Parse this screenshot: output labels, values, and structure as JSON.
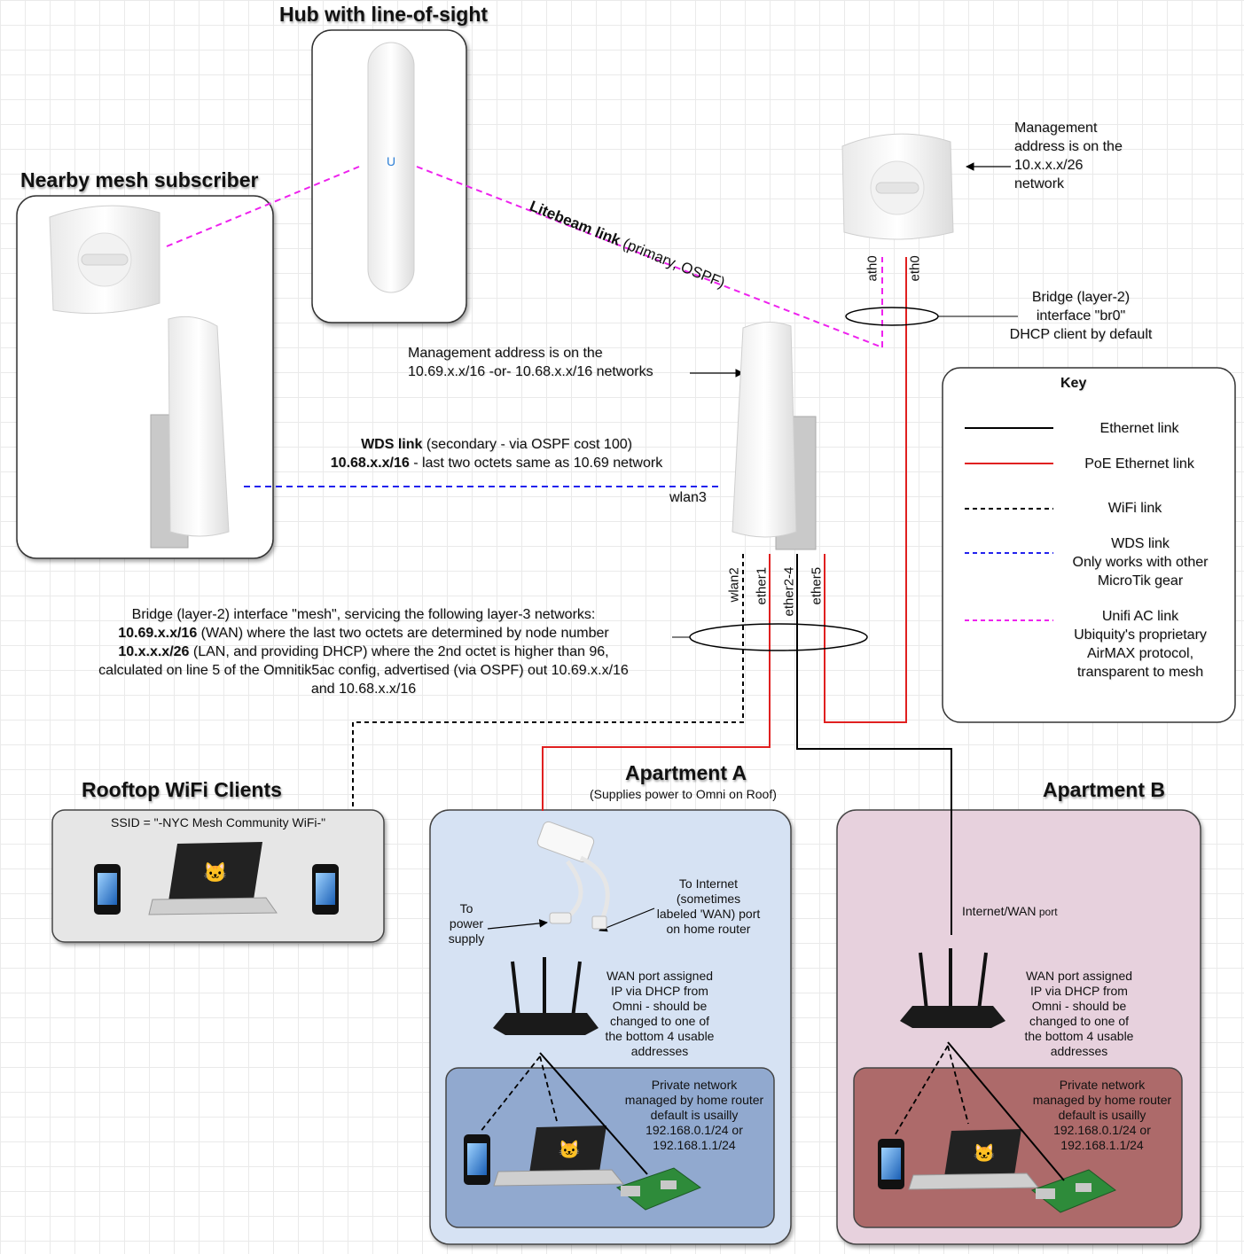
{
  "titles": {
    "hub": "Hub with line-of-sight",
    "nearby": "Nearby mesh subscriber",
    "rooftop": "Rooftop WiFi Clients",
    "apt_a": "Apartment A",
    "apt_a_sub": "(Supplies power to Omni on Roof)",
    "apt_b": "Apartment B"
  },
  "litebeam_mgmt": [
    "Management",
    "address is on the",
    "10.x.x.x/26",
    "network"
  ],
  "litebeam_link": {
    "bold": "Litebeam link",
    "rest": " (primary, OSPF)"
  },
  "interfaces": {
    "ath0": "ath0",
    "eth0": "eth0",
    "wlan2": "wlan2",
    "ether1": "ether1",
    "ether2_4": "ether2-4",
    "ether5": "ether5",
    "wlan3": "wlan3"
  },
  "br0": [
    "Bridge (layer-2)",
    "interface \"br0\"",
    "DHCP client by default"
  ],
  "omni_mgmt": [
    "Management address is on the",
    "10.69.x.x/16 -or- 10.68.x.x/16 networks"
  ],
  "wds": {
    "bold1": "WDS link",
    "rest1": " (secondary - via OSPF cost 100)",
    "bold2": "10.68.x.x/16",
    "rest2": " - last two octets same as 10.69 network"
  },
  "mesh_bridge": {
    "line1": "Bridge (layer-2) interface \"mesh\", servicing the following layer-3 networks:",
    "line2_bold": "10.69.x.x/16",
    "line2_rest": " (WAN) where the last two octets are determined by node number",
    "line3_bold": "10.x.x.x/26",
    "line3_rest": " (LAN, and providing DHCP) where the 2nd octet is higher than 96,",
    "line4": "calculated on line 5 of the Omnitik5ac config, advertised (via OSPF) out 10.69.x.x/16",
    "line5": "and 10.68.x.x/16"
  },
  "key": {
    "title": "Key",
    "items": [
      {
        "label": [
          "Ethernet link"
        ],
        "color": "#000000"
      },
      {
        "label": [
          "PoE Ethernet link"
        ],
        "color": "#e02020"
      },
      {
        "label": [
          "WiFi link"
        ],
        "color": "#000000"
      },
      {
        "label": [
          "WDS link",
          "Only works with other",
          "MicroTik gear"
        ],
        "color": "#2222ee"
      },
      {
        "label": [
          "Unifi AC link",
          "Ubiquity's proprietary",
          "AirMAX protocol,",
          "transparent to mesh"
        ],
        "color": "#ee22ee"
      }
    ]
  },
  "rooftop_ssid": "SSID = \"-NYC Mesh Community WiFi-\"",
  "apt_a": {
    "to_internet": [
      "To Internet",
      "(sometimes",
      "labeled 'WAN) port",
      "on home router"
    ],
    "to_power": [
      "To",
      "power",
      "supply"
    ],
    "wan_assigned": [
      "WAN port assigned",
      "IP via DHCP from",
      "Omni - should be",
      "changed to one of",
      "the bottom 4 usable",
      "addresses"
    ],
    "private": [
      "Private network",
      "managed by home router",
      "default is usailly",
      "192.168.0.1/24 or",
      "192.168.1.1/24"
    ]
  },
  "apt_b": {
    "internet_wan": "Internet/WAN",
    "internet_wan_small": " port",
    "wan_assigned": [
      "WAN port assigned",
      "IP via DHCP from",
      "Omni - should be",
      "changed to one of",
      "the bottom 4 usable",
      "addresses"
    ],
    "private": [
      "Private network",
      "managed by home router",
      "default is usailly",
      "192.168.0.1/24 or",
      "192.168.1.1/24"
    ]
  },
  "colors": {
    "ethernet": "#000000",
    "poe": "#e02020",
    "wifi": "#000000",
    "wds": "#2222ee",
    "unifi": "#ee22ee",
    "apt_a_bg": "#d6e2f3",
    "apt_a_inner": "#91a9cf",
    "apt_b_bg": "#e7d1dd",
    "apt_b_inner": "#ad6a6a",
    "rooftop_bg": "#e6e6e6"
  }
}
